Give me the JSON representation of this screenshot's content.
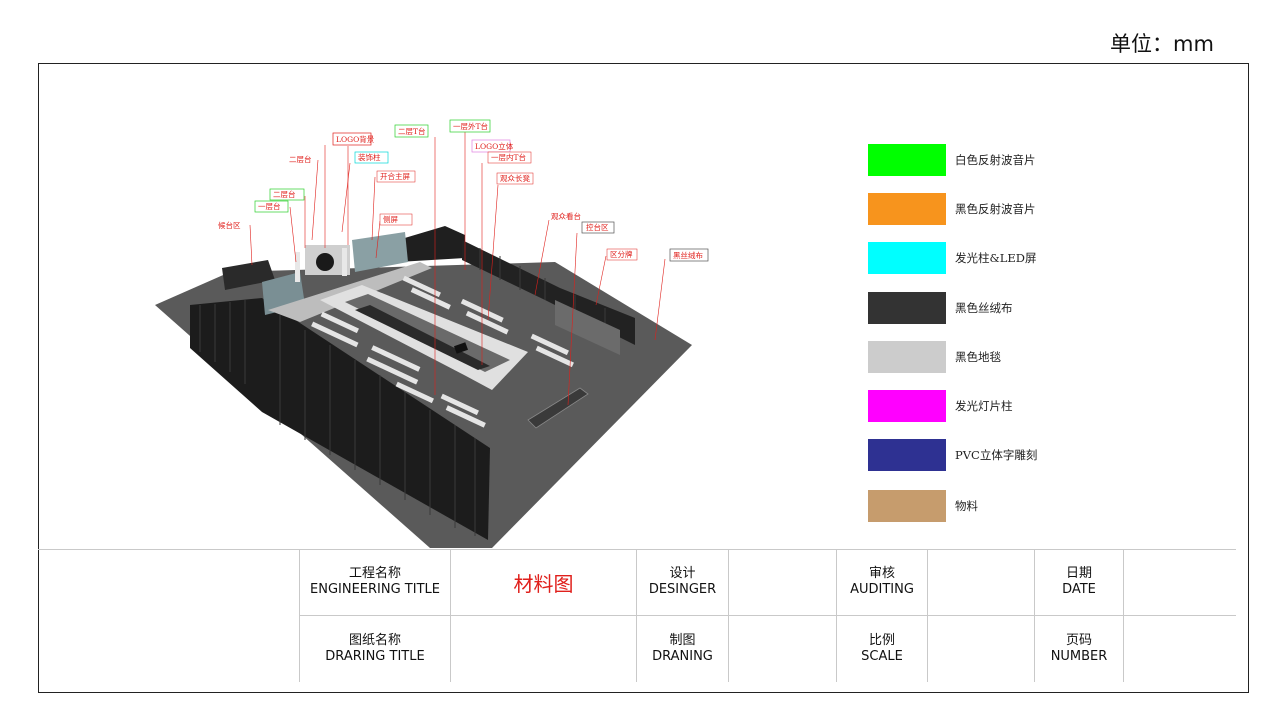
{
  "unit_label": "单位：mm",
  "drawing": {
    "callouts": {
      "c1": "LOGO背景",
      "c2": "二层T台",
      "c3": "一层外T台",
      "c4": "LOGO立体",
      "c5": "二层台",
      "c6": "装饰柱",
      "c7": "一层内T台",
      "c8": "开合主屏",
      "c9": "观众长凳",
      "c10": "二层台",
      "c11": "一层台",
      "c12": "侧屏",
      "c13": "观众看台",
      "c14": "候台区",
      "c15": "控台区",
      "c16": "区分牌",
      "c17": "黑丝绒布"
    }
  },
  "legend": {
    "items": [
      {
        "label": "白色反射波音片",
        "color": "#00ff00"
      },
      {
        "label": "黑色反射波音片",
        "color": "#f7941d"
      },
      {
        "label": "发光柱&LED屏",
        "color": "#00ffff"
      },
      {
        "label": "黑色丝绒布",
        "color": "#333333"
      },
      {
        "label": "黑色地毯",
        "color": "#cccccc"
      },
      {
        "label": "发光灯片柱",
        "color": "#ff00ff"
      },
      {
        "label": "PVC立体字雕刻",
        "color": "#2e3192"
      },
      {
        "label": "物料",
        "color": "#c69c6d"
      }
    ]
  },
  "title_block": {
    "engineering_title_cn": "工程名称",
    "engineering_title_en": "ENGINEERING TITLE",
    "engineering_title_value": "材料图",
    "drawing_title_cn": "图纸名称",
    "drawing_title_en": "DRARING TITLE",
    "designer_cn": "设计",
    "designer_en": "DESINGER",
    "drawing_cn": "制图",
    "drawing_en": "DRANING",
    "auditing_cn": "审核",
    "auditing_en": "AUDITING",
    "scale_cn": "比例",
    "scale_en": "SCALE",
    "date_cn": "日期",
    "date_en": "DATE",
    "number_cn": "页码",
    "number_en": "NUMBER"
  }
}
